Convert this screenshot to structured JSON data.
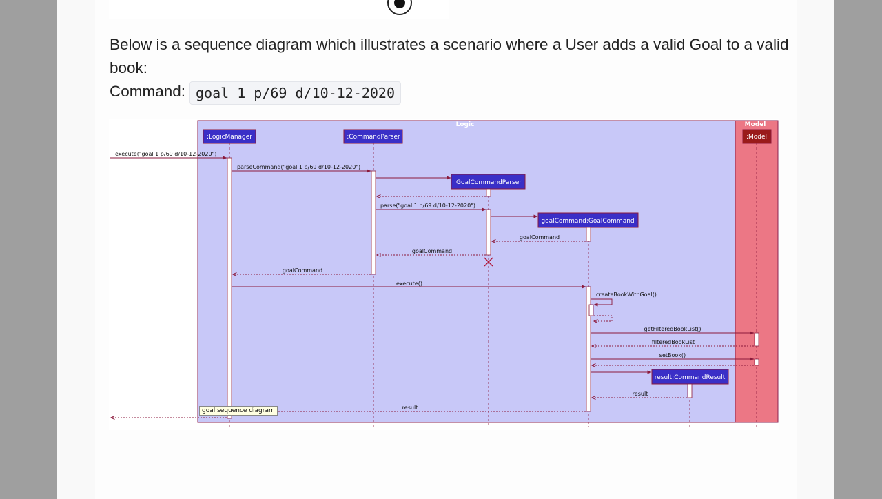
{
  "text": {
    "intro": "Below is a sequence diagram which illustrates a scenario where a User adds a valid Goal to a valid book:",
    "command_label": "Command:",
    "command_code": "goal 1 p/69 d/10-12-2020"
  },
  "diagram": {
    "frames": {
      "logic": "Logic",
      "model": "Model"
    },
    "participants": {
      "logic_manager": ":LogicManager",
      "command_parser": ":CommandParser",
      "goal_command_parser": ":GoalCommandParser",
      "goal_command": "goalCommand:GoalCommand",
      "command_result": "result:CommandResult",
      "model": ":Model"
    },
    "messages": {
      "execute_call": "execute(\"goal 1 p/69 d/10-12-2020\")",
      "parse_command": "parseCommand(\"goal 1 p/69 d/10-12-2020\")",
      "parse": "parse(\"goal 1 p/69 d/10-12-2020\")",
      "goal_command_return_1": "goalCommand",
      "goal_command_return_2": "goalCommand",
      "goal_command_return_3": "goalCommand",
      "execute": "execute()",
      "create_book_with_goal": "createBookWithGoal()",
      "get_filtered_book_list": "getFilteredBookList()",
      "filtered_book_list": "filteredBookList",
      "set_book": "setBook()",
      "result_1": "result",
      "result_2": "result"
    },
    "tooltip": "goal sequence diagram",
    "colors": {
      "logic_frame": "#c8c8f8",
      "model_frame": "#ec7785",
      "participant_blue": "#3a2fc7",
      "participant_red": "#9a1a1a",
      "arrow": "#8b1a3c"
    }
  }
}
